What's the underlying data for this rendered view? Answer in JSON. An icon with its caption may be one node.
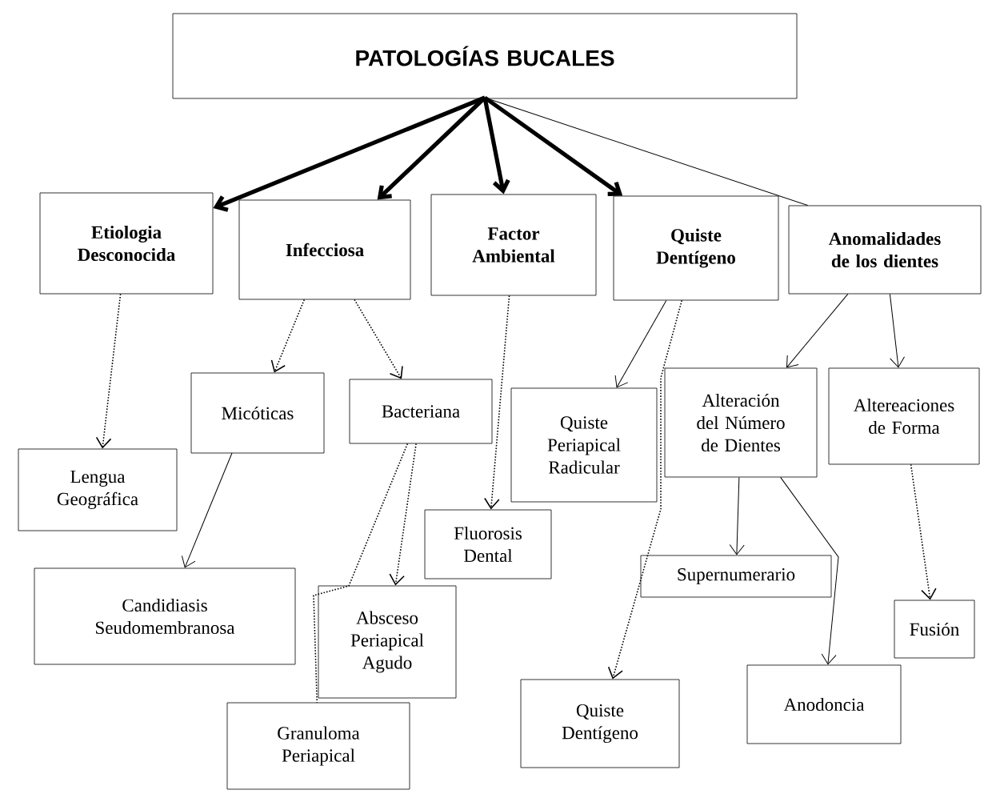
{
  "diagram": {
    "nodes": [
      {
        "text": [
          "PATOLOGÍAS BUCALES"
        ]
      },
      {
        "text": [
          "Etiologia Desconocida"
        ]
      },
      {
        "text": [
          "Infecciosa"
        ]
      },
      {
        "text": [
          "Factor Ambiental"
        ]
      },
      {
        "text": [
          "Quiste Dentígeno"
        ]
      },
      {
        "text": [
          "Anomalidades de los dientes"
        ]
      },
      {
        "text": [
          "Micóticas"
        ]
      },
      {
        "text": [
          "Bacteriana"
        ]
      },
      {
        "text": [
          "Quiste Periapical Radicular"
        ]
      },
      {
        "text": [
          "Alteración del Número de Dientes"
        ]
      },
      {
        "text": [
          "Altereaciones de Forma"
        ]
      },
      {
        "text": [
          "Lengua Geográfica"
        ]
      },
      {
        "text": [
          "Fluorosis Dental"
        ]
      },
      {
        "text": [
          "Candidiasis Seudomembranosa"
        ]
      },
      {
        "text": [
          "Supernumerario"
        ]
      },
      {
        "text": [
          "Absceso Periapical Agudo"
        ]
      },
      {
        "text": [
          "Fusión"
        ]
      },
      {
        "text": [
          "Quiste Dentígeno"
        ]
      },
      {
        "text": [
          "Anodoncia"
        ]
      },
      {
        "text": [
          "Granuloma Periapical"
        ]
      }
    ],
    "edges": [
      {
        "from": 0,
        "to": 1,
        "arrow": "to",
        "style": "thick"
      },
      {
        "from": 0,
        "to": 2,
        "arrow": "to",
        "style": "thick"
      },
      {
        "from": 0,
        "to": 3,
        "arrow": "to",
        "style": "thick"
      },
      {
        "from": 0,
        "to": 4,
        "arrow": "to",
        "style": "thick"
      },
      {
        "from": 0,
        "to": 5,
        "arrow": "none"
      },
      {
        "from": 1,
        "to": 11,
        "arrow": "to",
        "style": "dashed"
      },
      {
        "from": 2,
        "to": 6,
        "arrow": "to",
        "style": "dashed"
      },
      {
        "from": 2,
        "to": 7,
        "arrow": "to",
        "style": "dashed"
      },
      {
        "from": 3,
        "to": 12,
        "arrow": "to",
        "style": "dashed"
      },
      {
        "from": 4,
        "to": 8,
        "arrow": "to"
      },
      {
        "from": 4,
        "to": 17,
        "arrow": "to",
        "style": "dashed"
      },
      {
        "from": 5,
        "to": 9,
        "arrow": "to"
      },
      {
        "from": 5,
        "to": 10,
        "arrow": "to"
      },
      {
        "from": 6,
        "to": 13,
        "arrow": "to"
      },
      {
        "from": 7,
        "to": 15,
        "arrow": "to",
        "style": "dashed"
      },
      {
        "from": 7,
        "to": 19,
        "arrow": "none",
        "style": "dashed"
      },
      {
        "from": 9,
        "to": 14,
        "arrow": "to"
      },
      {
        "from": 9,
        "to": 18,
        "arrow": "to"
      },
      {
        "from": 10,
        "to": 16,
        "arrow": "to",
        "style": "dashed"
      }
    ]
  }
}
